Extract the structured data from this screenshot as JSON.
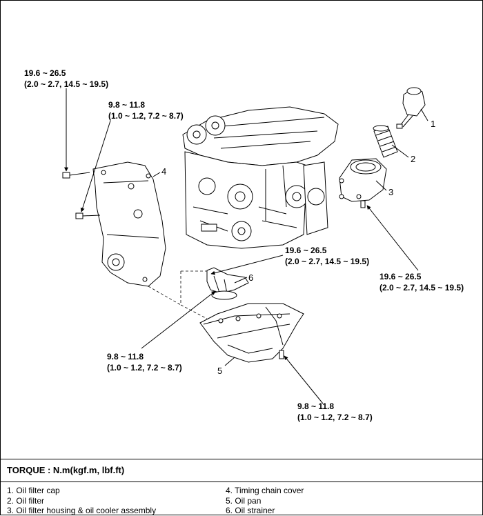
{
  "torque_specs": {
    "t1": {
      "line1": "19.6 ~ 26.5",
      "line2": "(2.0 ~ 2.7, 14.5 ~ 19.5)"
    },
    "t2": {
      "line1": "9.8 ~ 11.8",
      "line2": "(1.0 ~ 1.2, 7.2 ~ 8.7)"
    },
    "t3": {
      "line1": "19.6 ~ 26.5",
      "line2": "(2.0 ~ 2.7, 14.5 ~ 19.5)"
    },
    "t4": {
      "line1": "19.6 ~ 26.5",
      "line2": "(2.0 ~ 2.7, 14.5 ~ 19.5)"
    },
    "t5": {
      "line1": "9.8 ~ 11.8",
      "line2": "(1.0 ~ 1.2, 7.2 ~ 8.7)"
    },
    "t6": {
      "line1": "9.8 ~ 11.8",
      "line2": "(1.0 ~ 1.2, 7.2 ~ 8.7)"
    }
  },
  "callouts": {
    "c1": "1",
    "c2": "2",
    "c3": "3",
    "c4": "4",
    "c5": "5",
    "c6": "6"
  },
  "torque_units": "TORQUE : N.m(kgf.m, lbf.ft)",
  "legend": [
    "1.  Oil filter cap",
    "2.  Oil filter",
    "3.  Oil filter housing & oil cooler assembly",
    "4.  Timing chain cover",
    "5.  Oil pan",
    "6.  Oil strainer"
  ]
}
